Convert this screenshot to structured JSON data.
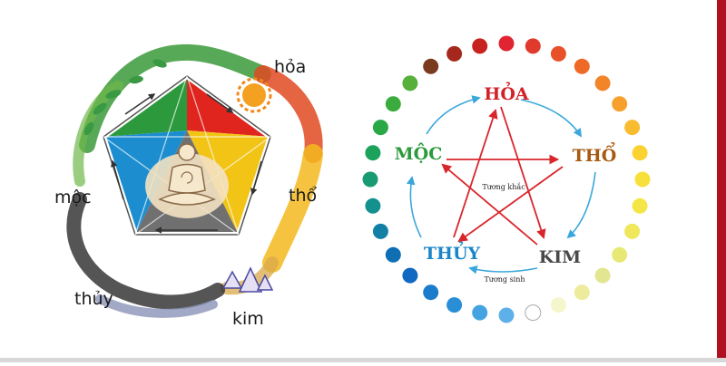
{
  "left_diagram": {
    "labels": {
      "fire": "hỏa",
      "earth": "thổ",
      "metal": "kim",
      "water": "thủy",
      "wood": "mộc"
    }
  },
  "right_diagram": {
    "elements": {
      "fire": {
        "label": "HỎA",
        "color": "#d42028"
      },
      "earth": {
        "label": "THỔ",
        "color": "#a65a12"
      },
      "metal": {
        "label": "KIM",
        "color": "#4a4a4a"
      },
      "water": {
        "label": "THỦY",
        "color": "#1a86c8"
      },
      "wood": {
        "label": "MỘC",
        "color": "#2c9a3c"
      }
    },
    "center_label": "Tương khắc",
    "bottom_label": "Tương sinh",
    "cycle_arrow_color": "#3aa7dd",
    "star_arrow_color": "#d8262c",
    "ring_colors": [
      "#e02431",
      "#e03a2c",
      "#e8502a",
      "#ee6a26",
      "#f2842a",
      "#f6a02e",
      "#f8bc30",
      "#fad232",
      "#f8e03a",
      "#f4e646",
      "#eee85a",
      "#e8e874",
      "#e2e690",
      "#ecec9c",
      "#f6f6cc",
      "#ffffff",
      "#5eb0e8",
      "#44a4e2",
      "#2a8ed6",
      "#1c7ccc",
      "#1068c0",
      "#0f6eb4",
      "#1280a4",
      "#14908e",
      "#189a72",
      "#1ca25a",
      "#28a846",
      "#3aac3e",
      "#56b03a",
      "#7a3a1e",
      "#a4281e",
      "#c8221e"
    ]
  }
}
